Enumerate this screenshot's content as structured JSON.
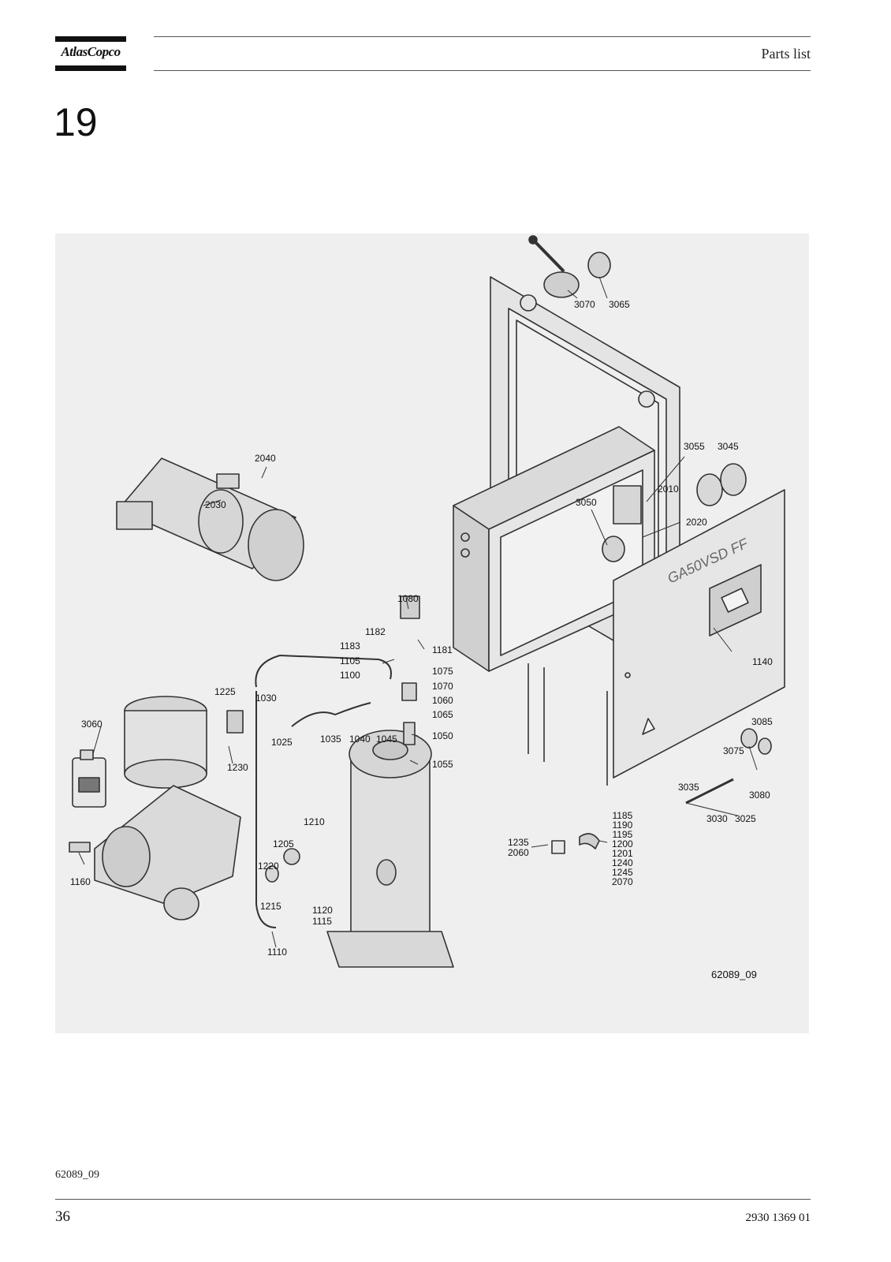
{
  "header": {
    "logo_text": "AtlasCopco",
    "title": "Parts list"
  },
  "section": "19",
  "drawing": {
    "panel_text": "GA50VSD FF",
    "image_ref": "62089_09",
    "callouts": [
      "3070",
      "3065",
      "3055",
      "3045",
      "2010",
      "2020",
      "3050",
      "2040",
      "2030",
      "1080",
      "1182",
      "1183",
      "1181",
      "1105",
      "1075",
      "1100",
      "1070",
      "1060",
      "1065",
      "1050",
      "1055",
      "1225",
      "1030",
      "1025",
      "1035",
      "1040",
      "1045",
      "3060",
      "1230",
      "1140",
      "3085",
      "3075",
      "3080",
      "3035",
      "3030",
      "3025",
      "1210",
      "1205",
      "1220",
      "1215",
      "1120",
      "1115",
      "1110",
      "1160",
      "1235",
      "2060"
    ],
    "stack_callout": [
      "1185",
      "1190",
      "1195",
      "1200",
      "1201",
      "1240",
      "1245",
      "2070"
    ]
  },
  "footer": {
    "image_ref": "62089_09",
    "page": "36",
    "doc_number": "2930 1369 01"
  }
}
